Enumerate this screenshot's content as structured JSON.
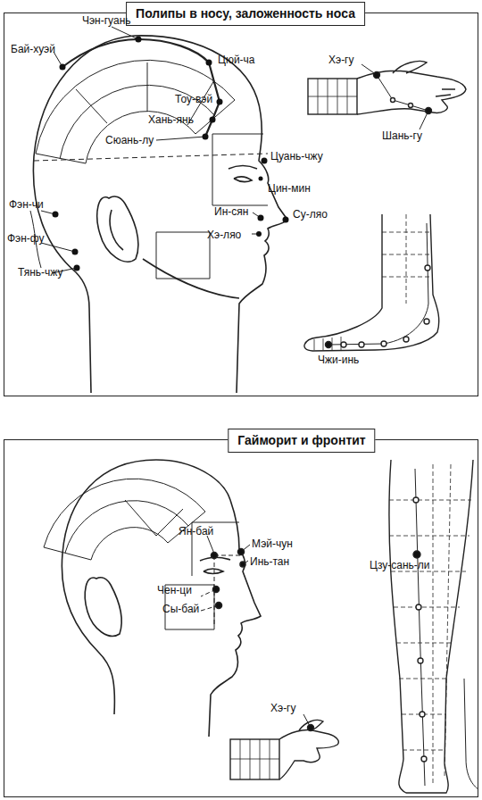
{
  "diagram": {
    "nodes": [
      {
        "text": [
          "Полипы в носу, заложенность носа"
        ]
      },
      {
        "text": [
          "Гайморит и фронтит"
        ]
      }
    ],
    "labels": [
      "Чэн-гуань",
      "Бай-хуэй",
      "Цюй-ча",
      "Тоу-вэй",
      "Хань-янь",
      "Сюань-лу",
      "Цуань-чжу",
      "Цин-мин",
      "Ин-сян",
      "Су-ляо",
      "Хэ-ляо",
      "Фэн-чи",
      "Фэн-фу",
      "Тянь-чжу",
      "Хэ-гу",
      "Шань-гу",
      "Чжи-инь",
      "Ян-бай",
      "Мэй-чун",
      "Инь-тан",
      "Чен-ци",
      "Сы-бай",
      "Цзу-сань-ли",
      "Хэ-гу"
    ]
  }
}
